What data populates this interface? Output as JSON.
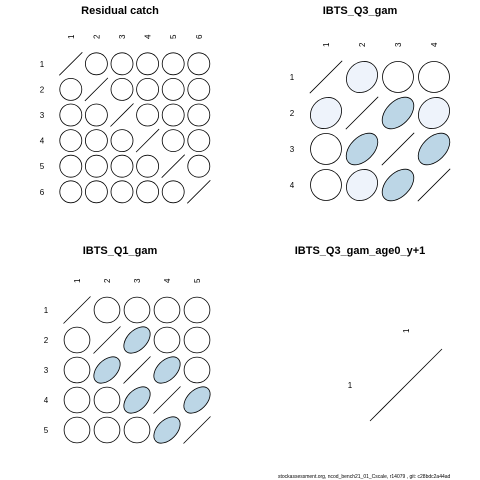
{
  "footer_text": "stockassessment.org, ncod_bench21_01_Cscale, r14079 , git: c28bdc2a44ad",
  "chart_data": [
    {
      "type": "correlation-matrix",
      "title": "Residual catch",
      "labels": [
        "1",
        "2",
        "3",
        "4",
        "5",
        "6"
      ],
      "matrix": [
        [
          1,
          0,
          0,
          0,
          0,
          0
        ],
        [
          0,
          1,
          0,
          0,
          0,
          0
        ],
        [
          0,
          0,
          1,
          0,
          0,
          0
        ],
        [
          0,
          0,
          0,
          1,
          0,
          0
        ],
        [
          0,
          0,
          0,
          0,
          1,
          0
        ],
        [
          0,
          0,
          0,
          0,
          0,
          1
        ]
      ]
    },
    {
      "type": "correlation-matrix",
      "title": "IBTS_Q3_gam",
      "labels": [
        "1",
        "2",
        "3",
        "4"
      ],
      "matrix": [
        [
          1,
          0.15,
          0,
          0
        ],
        [
          0.15,
          1,
          0.5,
          0.15
        ],
        [
          0,
          0.5,
          1,
          0.5
        ],
        [
          0,
          0.15,
          0.5,
          1
        ]
      ]
    },
    {
      "type": "correlation-matrix",
      "title": "IBTS_Q1_gam",
      "labels": [
        "1",
        "2",
        "3",
        "4",
        "5"
      ],
      "matrix": [
        [
          1,
          0,
          0,
          0,
          0
        ],
        [
          0,
          1,
          0.5,
          0,
          0
        ],
        [
          0,
          0.5,
          1,
          0.5,
          0
        ],
        [
          0,
          0,
          0.5,
          1,
          0.5
        ],
        [
          0,
          0,
          0,
          0.5,
          1
        ]
      ]
    },
    {
      "type": "correlation-matrix",
      "title": "IBTS_Q3_gam_age0_y+1",
      "labels": [
        "1"
      ],
      "matrix": [
        [
          1
        ]
      ]
    }
  ]
}
